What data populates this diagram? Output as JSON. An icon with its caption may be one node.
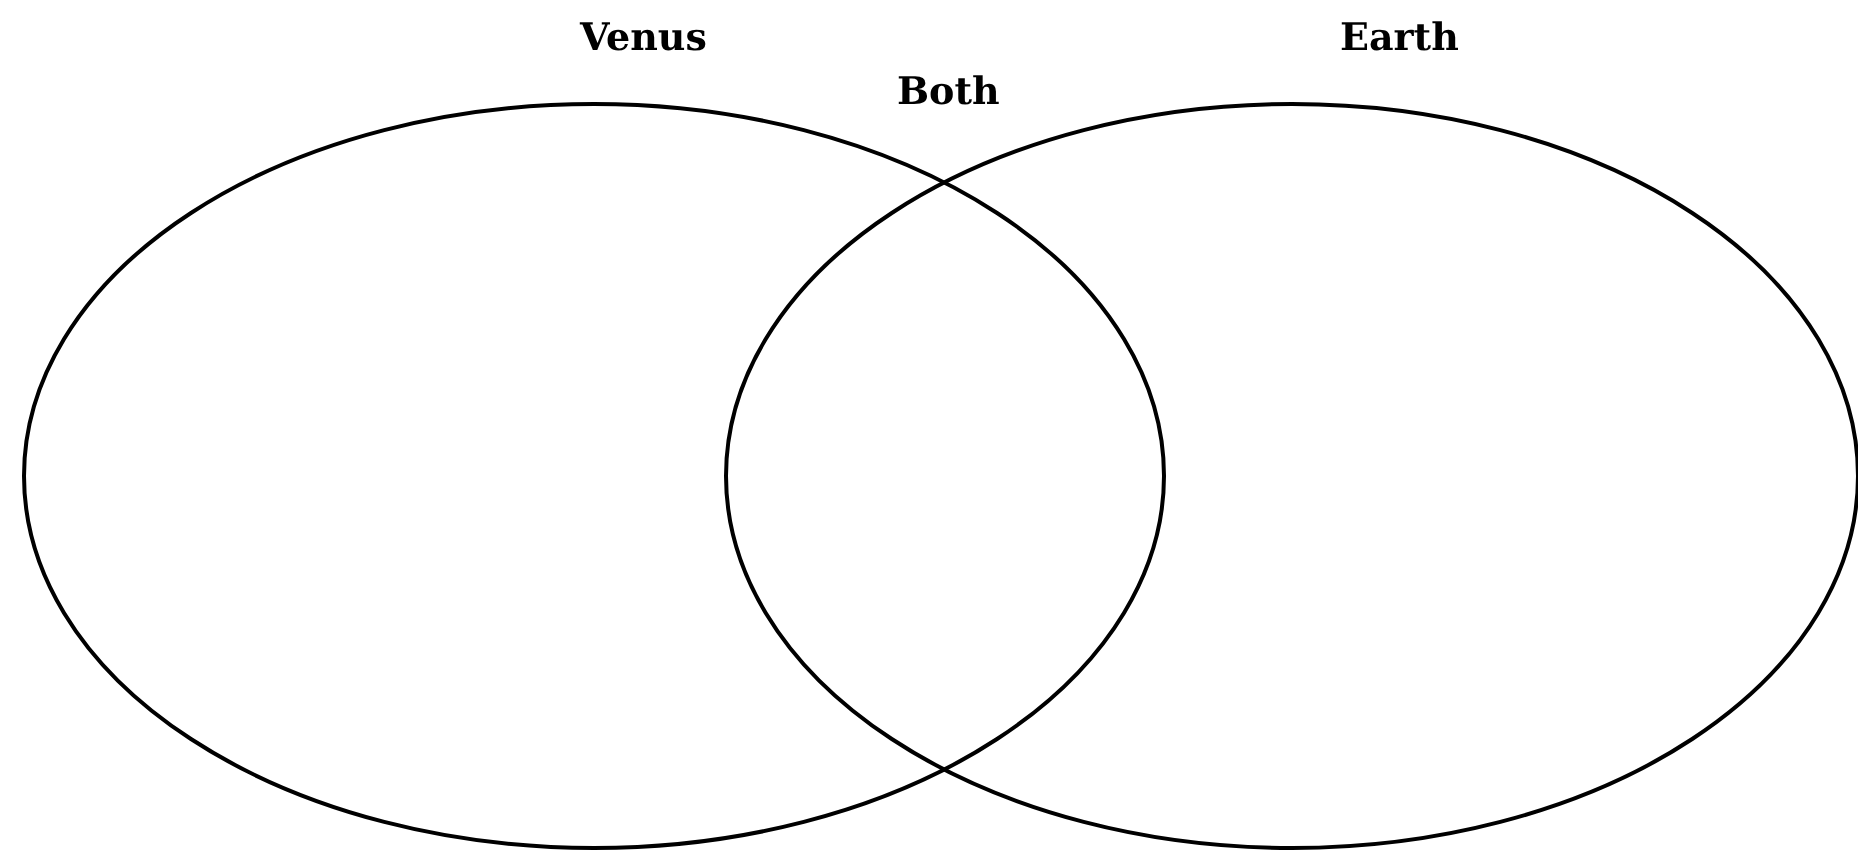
{
  "diagram": {
    "nodes": [
      {
        "text": [
          "Venus"
        ]
      },
      {
        "text": [
          "Earth"
        ]
      }
    ],
    "labels": [
      "Both"
    ]
  }
}
